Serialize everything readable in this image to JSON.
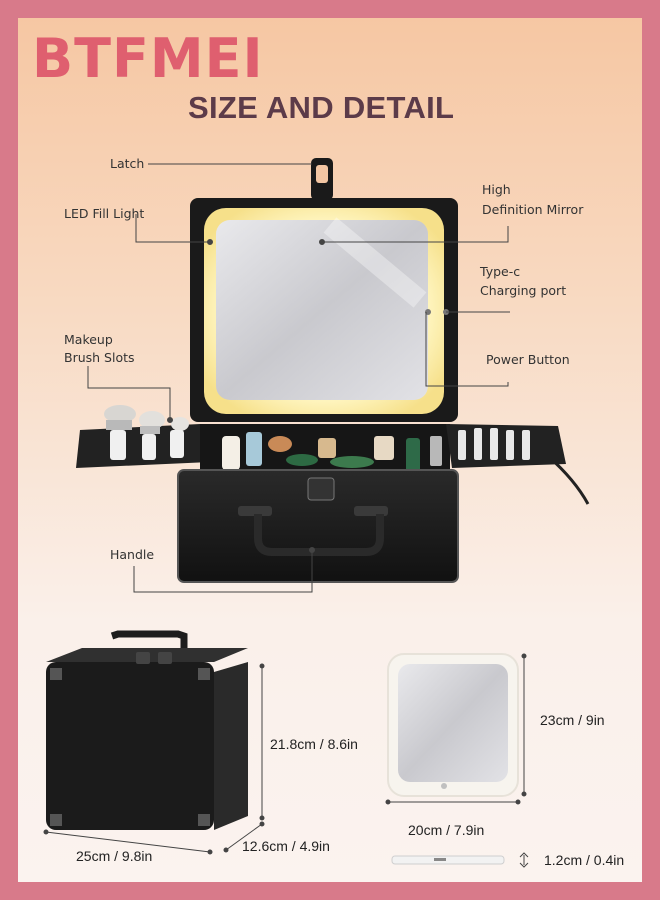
{
  "brand": "BTFMEI",
  "heading": "SIZE AND DETAIL",
  "callouts": {
    "latch": "Latch",
    "led_fill_light": "LED Fill Light",
    "hd_mirror_line1": "High",
    "hd_mirror_line2": "Definition Mirror",
    "typec_line1": "Type-c",
    "typec_line2": "Charging port",
    "brush_line1": "Makeup",
    "brush_line2": "Brush Slots",
    "power_button": "Power Button",
    "handle": "Handle"
  },
  "dimensions": {
    "case_height": "21.8cm / 8.6in",
    "case_width": "25cm / 9.8in",
    "case_depth": "12.6cm / 4.9in",
    "mirror_height": "23cm / 9in",
    "mirror_width": "20cm / 7.9in",
    "mirror_thickness": "1.2cm / 0.4in"
  },
  "colors": {
    "border": "#d87a8a",
    "brand": "#df5f6f",
    "heading": "#5c3b49",
    "case": "#1b1b1b",
    "light": "#fbeeb0"
  }
}
